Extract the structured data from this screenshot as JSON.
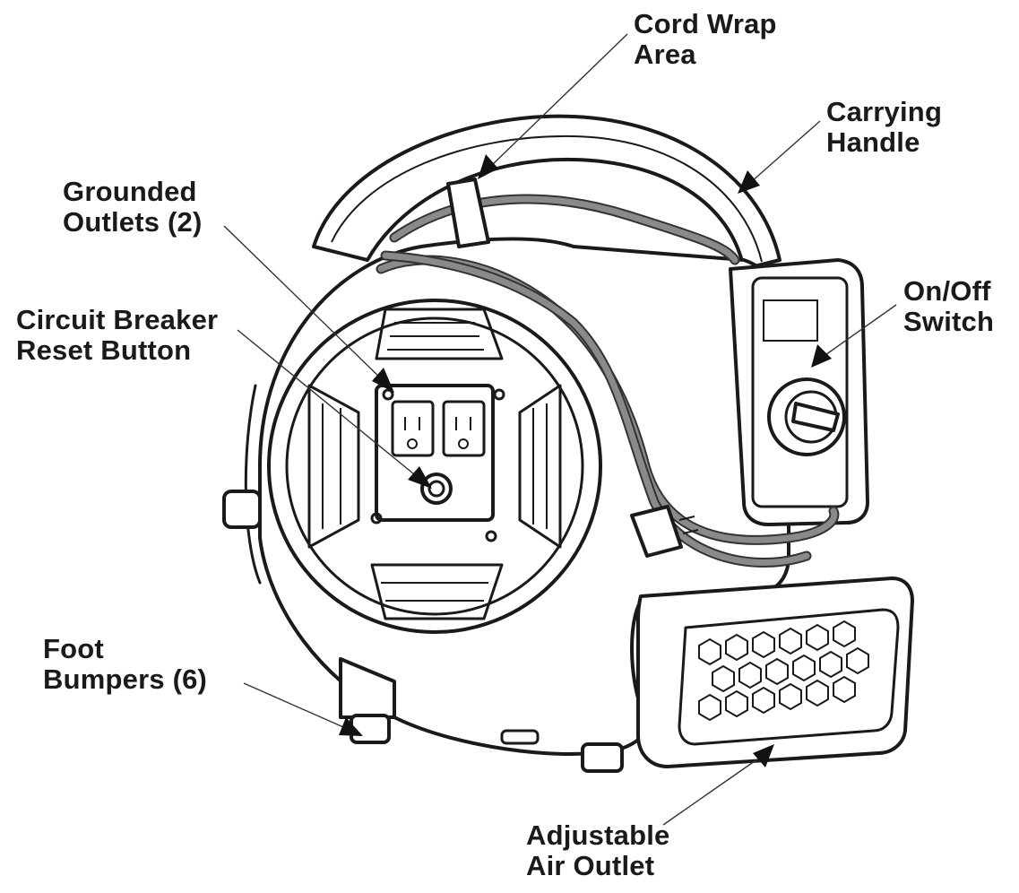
{
  "callouts": [
    {
      "id": "cord-wrap-area",
      "lines": [
        "Cord Wrap",
        "Area"
      ]
    },
    {
      "id": "carrying-handle",
      "lines": [
        "Carrying",
        "Handle"
      ]
    },
    {
      "id": "grounded-outlets",
      "lines": [
        "Grounded",
        "Outlets (2)"
      ]
    },
    {
      "id": "circuit-breaker-reset-button",
      "lines": [
        "Circuit Breaker",
        "Reset Button"
      ]
    },
    {
      "id": "on-off-switch",
      "lines": [
        "On/Off",
        "Switch"
      ]
    },
    {
      "id": "foot-bumpers",
      "lines": [
        "Foot",
        "Bumpers (6)"
      ]
    },
    {
      "id": "adjustable-air-outlet",
      "lines": [
        "Adjustable",
        "Air Outlet"
      ]
    }
  ]
}
